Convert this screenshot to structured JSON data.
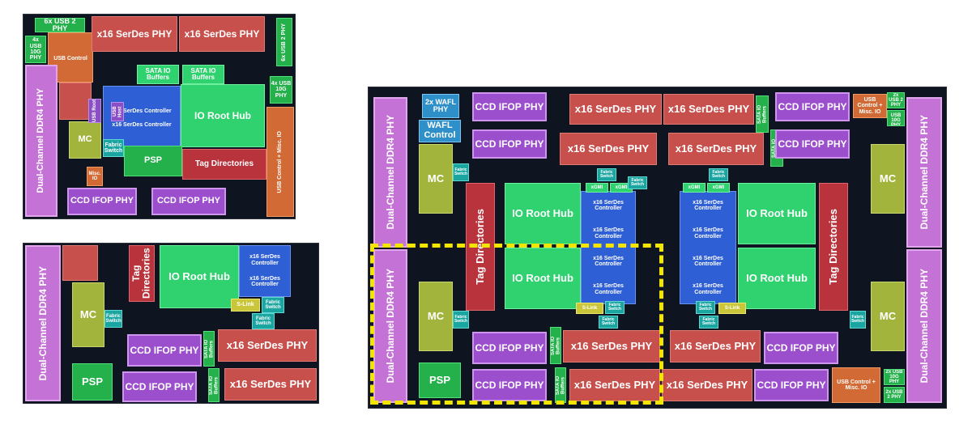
{
  "colors": {
    "ddr": "#c472d6",
    "serdes": "#c8504c",
    "ifop": "#9c4fcc",
    "mc": "#a3b43c",
    "io_hub": "#2fd26f",
    "serdes_controller": "#2f5fd4",
    "tag_directories": "#b8333c",
    "highlight_box": "#f2e600"
  },
  "top_left": {
    "usb2_top": "6x USB 2 PHY",
    "usb10g": "4x USB 10G PHY",
    "usb_control": "USB Control",
    "serdes_a": "x16 SerDes PHY",
    "serdes_b": "x16 SerDes PHY",
    "usb2_right": "6x USB 2 PHY",
    "usb10g_right": "4x USB 10G PHY",
    "usb_control_right": "USB Control + Misc. IO",
    "sata_a": "SATA IO Buffers",
    "sata_b": "SATA IO Buffers",
    "sdc_a": "x16 SerDes Controller",
    "sdc_b": "x16 SerDes Controller",
    "usb_root": "USB Root",
    "usb_host": "USB Host",
    "io_hub": "IO Root Hub",
    "ddr": "Dual-Channel DDR4 PHY",
    "mc": "MC",
    "fabric": "Fabric Switch",
    "psp": "PSP",
    "misc": "Misc. IO",
    "tag": "Tag Directories",
    "ifop_a": "CCD IFOP PHY",
    "ifop_b": "CCD IFOP PHY"
  },
  "bottom_left": {
    "ddr": "Dual-Channel DDR4 PHY",
    "tag": "Tag Directories",
    "io_hub": "IO Root Hub",
    "sdc_a": "x16 SerDes Controller",
    "sdc_b": "x16 SerDes Controller",
    "mc": "MC",
    "fabric_a": "Fabric Switch",
    "fabric_b": "Fabric Switch",
    "fabric_c": "Fabric Switch",
    "slink": "S-Link",
    "ifop_a": "CCD IFOP PHY",
    "ifop_b": "CCD IFOP PHY",
    "sata_a": "SATA IO Buffers",
    "sata_b": "SATA IO Buffers",
    "serdes_a": "x16 SerDes PHY",
    "serdes_b": "x16 SerDes PHY",
    "psp": "PSP"
  },
  "main": {
    "wafl_phy": "2x WAFL PHY",
    "wafl_ctrl": "WAFL Control",
    "ifop_tl": "CCD IFOP PHY",
    "ifop_tl2": "CCD IFOP PHY",
    "ifop_tr": "CCD IFOP PHY",
    "ifop_tr2": "CCD IFOP PHY",
    "ifop_bl": "CCD IFOP PHY",
    "ifop_bl2": "CCD IFOP PHY",
    "ifop_br": "CCD IFOP PHY",
    "ifop_br2": "CCD IFOP PHY",
    "serdes_1": "x16 SerDes PHY",
    "serdes_2": "x16 SerDes PHY",
    "serdes_3": "x16 SerDes PHY",
    "serdes_4": "x16 SerDes PHY",
    "serdes_5": "x16 SerDes PHY",
    "serdes_6": "x16 SerDes PHY",
    "serdes_7": "x16 SerDes PHY",
    "serdes_8": "x16 SerDes PHY",
    "sata_1": "SATA IO Buffers",
    "sata_2": "SATA IO Buffers",
    "sata_3": "SATA IO Buffers",
    "sata_4": "SATA IO Buffers",
    "usb_ctrl_tr": "USB Control + Misc. IO",
    "usb2_tr": "2x USB 2 PHY",
    "usb10g_tr": "2x USB 10G PHY",
    "usb_ctrl_br": "USB Control + Misc. IO",
    "usb2_br": "2x USB 2 PHY",
    "usb10g_br": "2x USB 10G PHY",
    "ddr_l1": "Dual-Channel DDR4 PHY",
    "ddr_l2": "Dual-Channel DDR4 PHY",
    "ddr_r1": "Dual-Channel DDR4 PHY",
    "ddr_r2": "Dual-Channel DDR4 PHY",
    "mc_l1": "MC",
    "mc_l2": "MC",
    "mc_r1": "MC",
    "mc_r2": "MC",
    "tag_l": "Tag Directories",
    "tag_r": "Tag Directories",
    "hub_tl": "IO Root Hub",
    "hub_tr": "IO Root Hub",
    "hub_bl": "IO Root Hub",
    "hub_br": "IO Root Hub",
    "sdc": "x16 SerDes Controller",
    "xgmi": "xGMI",
    "fabric": "Fabric Switch",
    "slink": "S-Link",
    "psp": "PSP"
  }
}
